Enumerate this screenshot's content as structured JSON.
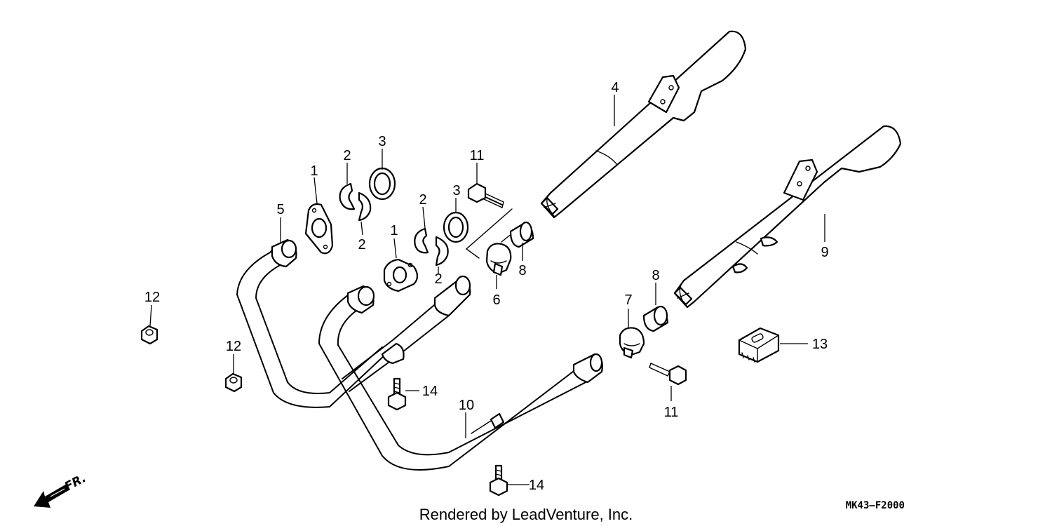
{
  "diagram": {
    "callouts": {
      "p1a": "1",
      "p1b": "1",
      "p2a": "2",
      "p2b": "2",
      "p2c": "2",
      "p2d": "2",
      "p3a": "3",
      "p3b": "3",
      "p4": "4",
      "p5": "5",
      "p6": "6",
      "p7": "7",
      "p8a": "8",
      "p8b": "8",
      "p9": "9",
      "p10": "10",
      "p11a": "11",
      "p11b": "11",
      "p12a": "12",
      "p12b": "12",
      "p13": "13",
      "p14a": "14",
      "p14b": "14"
    },
    "direction_label": "FR.",
    "footer_credit": "Rendered by LeadVenture, Inc.",
    "diagram_code": "MK43–F2000"
  }
}
